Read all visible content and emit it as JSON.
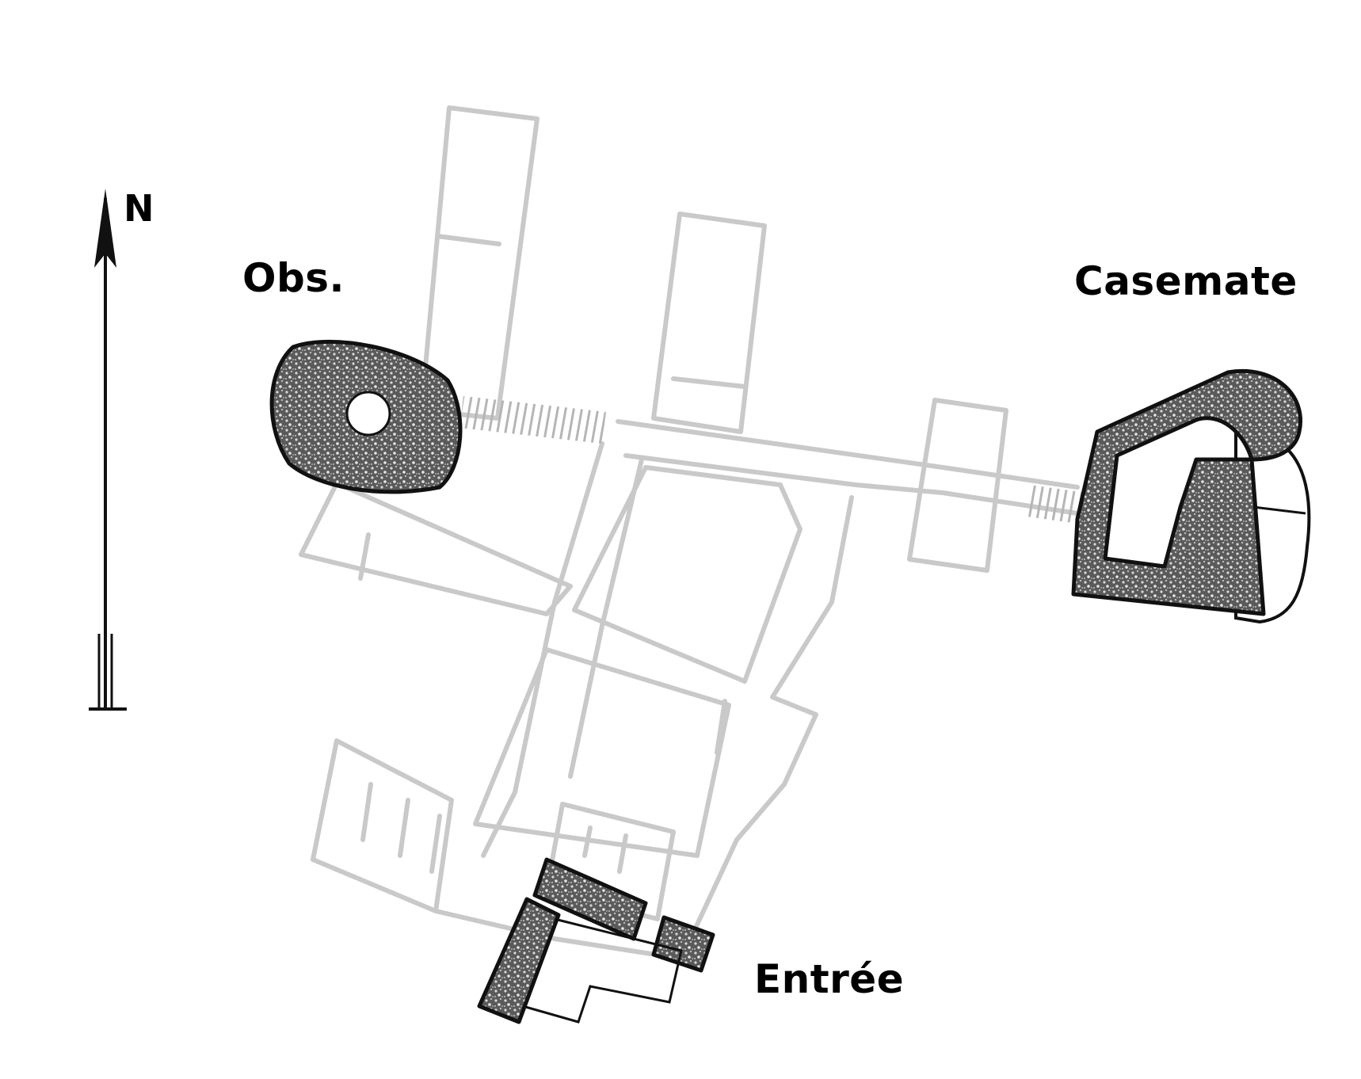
{
  "labels": {
    "obs": "Obs.",
    "casemate": "Casemate",
    "entree": "Entrée",
    "north": "N"
  },
  "colors": {
    "background": "#ffffff",
    "ghost_lines": "#c9c9c9",
    "block_fill": "#6e6e6e",
    "ink": "#111111"
  }
}
